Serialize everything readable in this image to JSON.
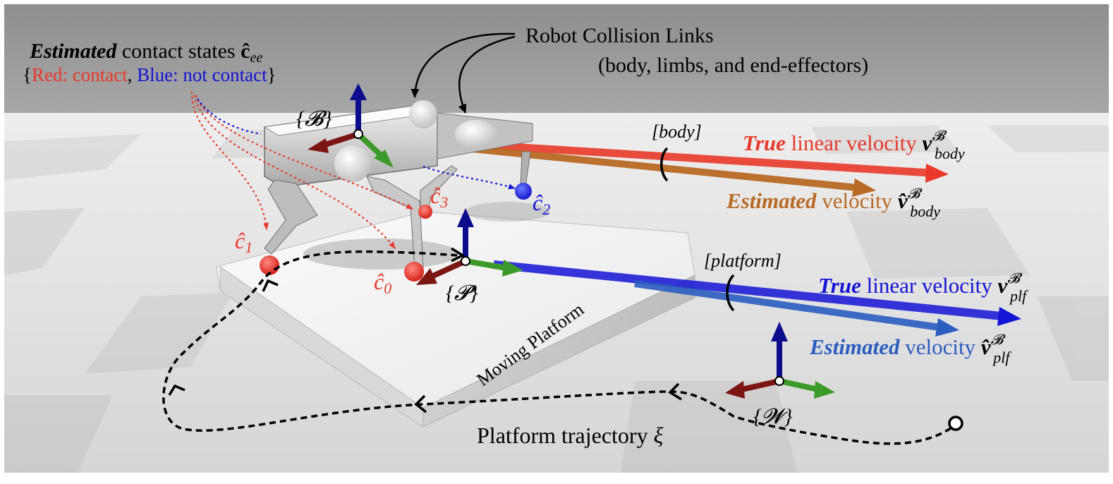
{
  "colors": {
    "red": "#e8392a",
    "blue": "#1414d6",
    "orange": "#b86a25",
    "steelblue": "#2b5dbf",
    "darkred": "#7a1512",
    "navy": "#0c0c8c",
    "green": "#3c9a2a",
    "dark": "#1a1a1a"
  },
  "labels": {
    "collision_title": "Robot Collision Links",
    "collision_sub": "(body, limbs, and end-effectors)",
    "est_contact_bold": "Estimated",
    "est_contact_rest": " contact states ",
    "est_contact_sym": "ĉ",
    "est_contact_sub": "ee",
    "brace_open": "{",
    "red_contact": "Red: contact",
    "comma": ", ",
    "blue_not_contact": "Blue: not contact",
    "brace_close": "}",
    "frame_B": "{𝓑}",
    "frame_P": "{𝓟}",
    "frame_W": "{𝓦}",
    "c0": "ĉ",
    "c0_sub": "0",
    "c1": "ĉ",
    "c1_sub": "1",
    "c2": "ĉ",
    "c2_sub": "2",
    "c3": "ĉ",
    "c3_sub": "3",
    "body_tag": "[body]",
    "platform_tag": "[platform]",
    "true_body_bold": "True",
    "true_body_rest": " linear velocity ",
    "true_body_sym": "v",
    "true_body_sup": "𝓑",
    "true_body_sub": "body",
    "est_body_bold": "Estimated",
    "est_body_rest": " velocity ",
    "est_body_sym": "v̂",
    "est_body_sup": "𝓑",
    "est_body_sub": "body",
    "true_plf_bold": "True",
    "true_plf_rest": " linear velocity ",
    "true_plf_sym": "v",
    "true_plf_sup": "𝓑",
    "true_plf_sub": "plf",
    "est_plf_bold": "Estimated",
    "est_plf_rest": " velocity ",
    "est_plf_sym": "v̂",
    "est_plf_sup": "𝓑",
    "est_plf_sub": "plf",
    "moving_platform": "Moving Platform",
    "trajectory": "Platform trajectory ",
    "trajectory_sym": "ξ"
  }
}
